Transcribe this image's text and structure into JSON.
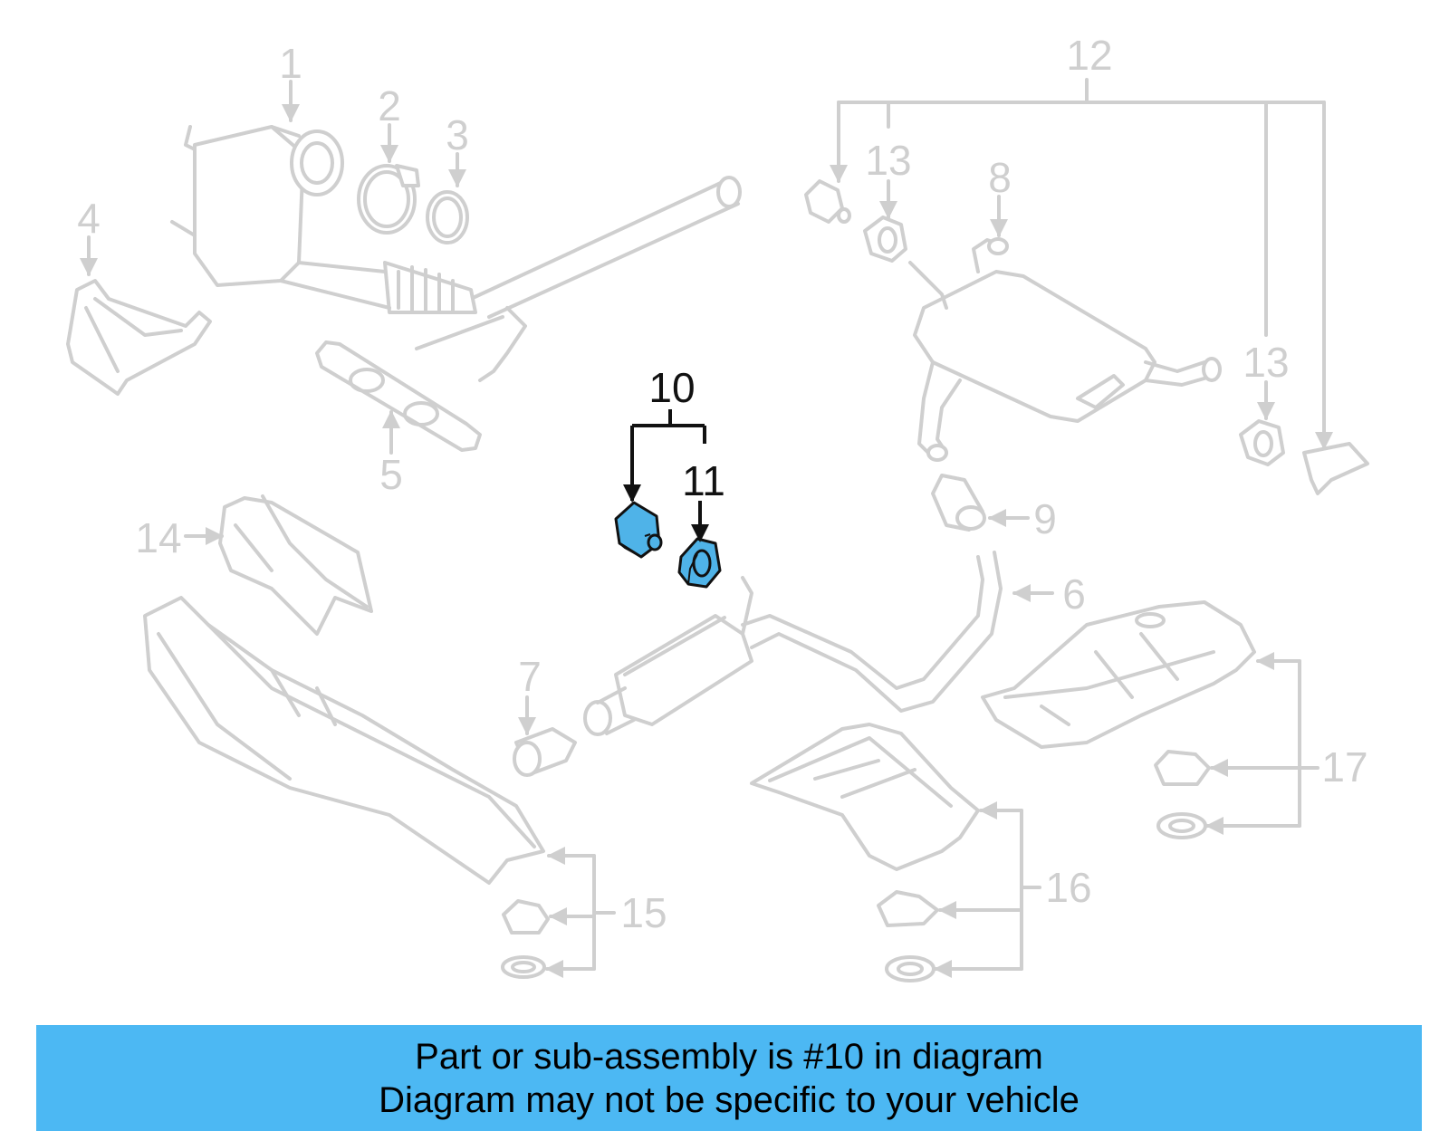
{
  "diagram": {
    "callouts": {
      "c1": "1",
      "c2": "2",
      "c3": "3",
      "c4": "4",
      "c5": "5",
      "c6": "6",
      "c7": "7",
      "c8": "8",
      "c9": "9",
      "c10": "10",
      "c11": "11",
      "c12": "12",
      "c13a": "13",
      "c13b": "13",
      "c14": "14",
      "c15": "15",
      "c16": "16",
      "c17": "17"
    },
    "highlighted_parts": [
      "10",
      "11"
    ],
    "colors": {
      "highlight": "#4fb3e8",
      "banner": "#4cb8f3",
      "faded_part_stroke": "#cfcfcf",
      "active_stroke": "#111111"
    }
  },
  "caption": {
    "line1": "Part or sub-assembly is #10 in diagram",
    "line2": "Diagram may not be specific to your vehicle"
  }
}
